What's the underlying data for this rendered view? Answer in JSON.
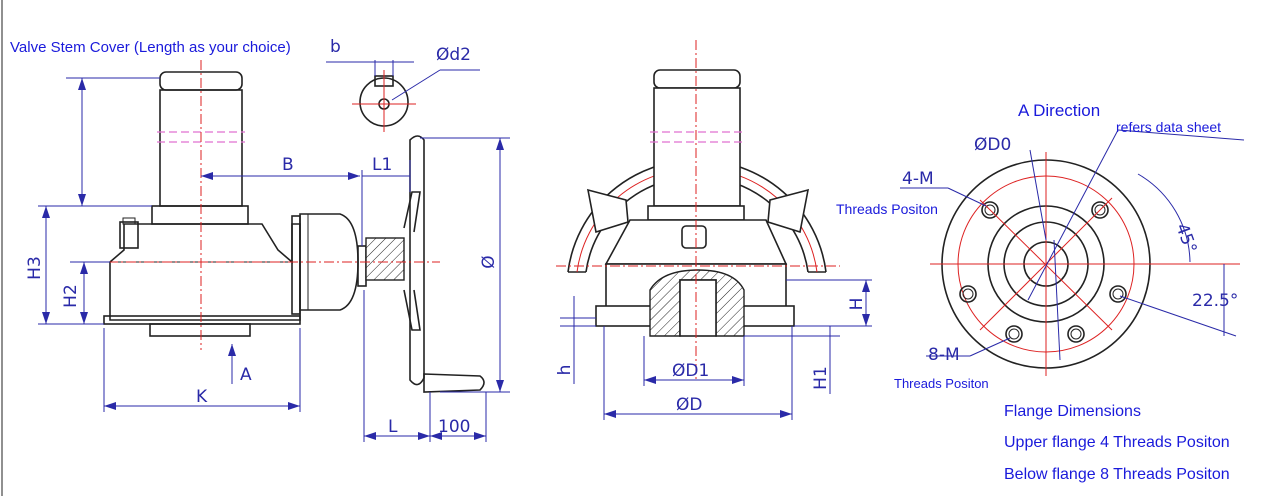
{
  "notes": {
    "stem_cover": "Valve Stem Cover (Length as your choice)",
    "a_direction": "A Direction",
    "refers": "refers data sheet",
    "threads_4": "Threads Positon",
    "threads_8": "Threads Positon",
    "flange_dims": "Flange Dimensions",
    "upper_flange": "Upper flange 4 Threads Positon",
    "below_flange": "Below flange  8 Threads Positon"
  },
  "dims": {
    "b": "b",
    "d2": "Ød2",
    "B": "B",
    "L1": "L1",
    "H3": "H3",
    "H2": "H2",
    "phi": "Ø",
    "A": "A",
    "K": "K",
    "L": "L",
    "hundred": "100",
    "H": "H",
    "h": "h",
    "H1": "H1",
    "D1": "ØD1",
    "D": "ØD",
    "D0": "ØD0",
    "four_m": "4-M",
    "eight_m": "8-M",
    "angle45": "45°",
    "angle22": "22.5°"
  },
  "colors": {
    "outline": "#222222",
    "dimension": "#2a2aa8",
    "centerline": "#dd2222",
    "note": "#1a1adb",
    "hidden": "#e070d0"
  }
}
